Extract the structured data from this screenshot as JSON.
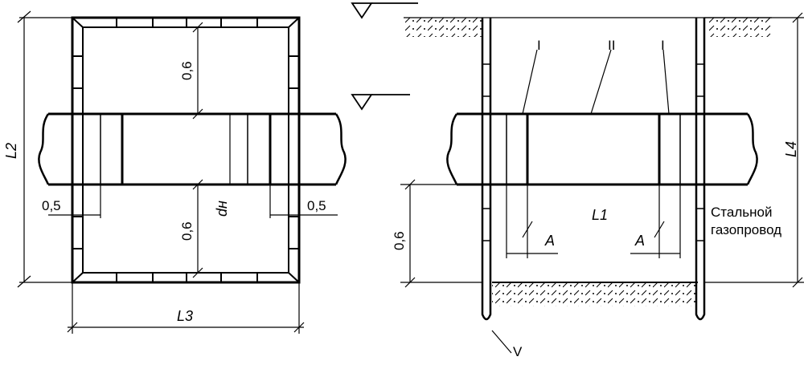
{
  "left_view": {
    "dim_top": "0,6",
    "dim_bottom": "0,6",
    "dim_left_offset": "0,5",
    "dim_right_offset": "0,5",
    "label_height": "L2",
    "label_width": "L3",
    "label_diameter": "dн"
  },
  "right_view": {
    "marker_1_left": "I",
    "marker_2": "II",
    "marker_1_right": "I",
    "label_length": "L1",
    "label_a_left": "A",
    "label_a_right": "A",
    "dim_height": "0,6",
    "label_total_height": "L4",
    "label_rod": "V",
    "note_line1": "Стальной",
    "note_line2": "газопровод"
  }
}
